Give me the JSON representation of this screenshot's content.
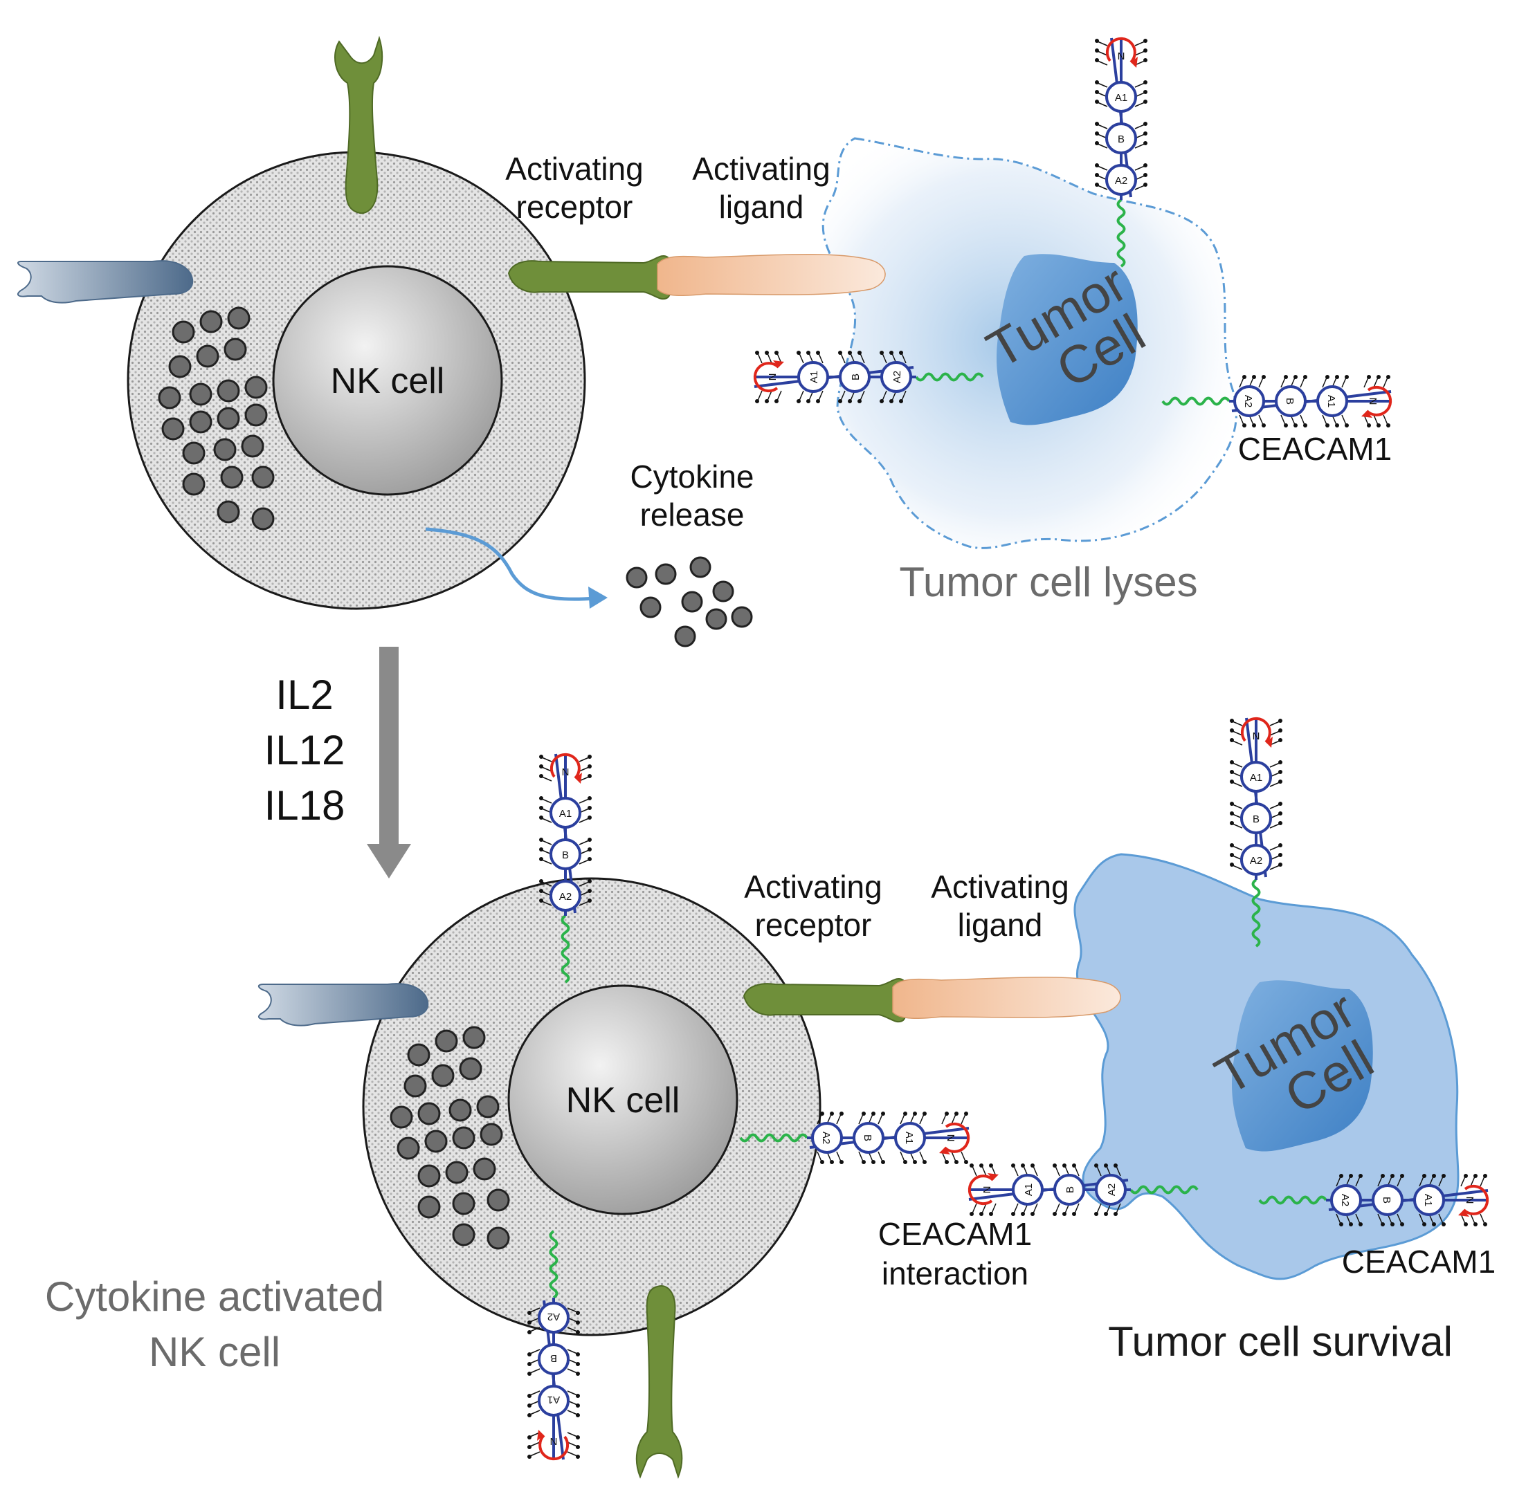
{
  "colors": {
    "receptor_green": "#6f8f3a",
    "ligand_peach": "#f0b68c",
    "tumor_blue": "#5b9bd5",
    "tumor_fill": "#a9c8ea",
    "ceacam_blue": "#2b3f9e",
    "ceacam_green": "#2bb34a",
    "n_terminal_red": "#e0261b",
    "arrow_blue": "#5b9bd5",
    "arrow_gray": "#888888",
    "granule_gray": "#6d6d6d"
  },
  "icons": [
    "nk-cell-icon",
    "tumor-cell-icon",
    "ceacam1-molecule-icon",
    "activating-receptor-icon",
    "activating-ligand-icon",
    "inhibitory-receptor-icon",
    "granule-icon"
  ],
  "top_panel": {
    "nk_label": "NK cell",
    "receptor_label": [
      "Activating",
      "receptor"
    ],
    "ligand_label": [
      "Activating",
      "ligand"
    ],
    "tumor_label": [
      "Tumor",
      "Cell"
    ],
    "ceacam_label": "CEACAM1",
    "cytokine_label": [
      "Cytokine",
      "release"
    ],
    "outcome": "Tumor cell lyses"
  },
  "cytokines": [
    "IL2",
    "IL12",
    "IL18"
  ],
  "bottom_panel": {
    "nk_label": "NK cell",
    "receptor_label": [
      "Activating",
      "receptor"
    ],
    "ligand_label": [
      "Activating",
      "ligand"
    ],
    "tumor_label": [
      "Tumor",
      "Cell"
    ],
    "interaction_label": [
      "CEACAM1",
      "interaction"
    ],
    "ceacam_label": "CEACAM1",
    "activated_label": [
      "Cytokine activated",
      "NK cell"
    ],
    "outcome": "Tumor cell survival"
  },
  "ceacam_domains": [
    "N",
    "A1",
    "B",
    "A2"
  ]
}
